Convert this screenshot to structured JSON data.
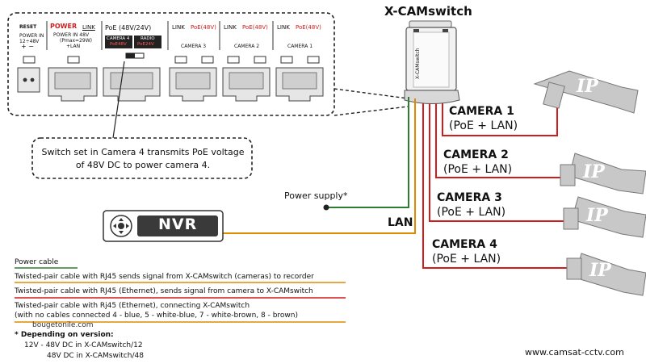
{
  "device": {
    "title": "X-CAMswitch",
    "side_label": "X-CAMswitch"
  },
  "panel": {
    "reset": "RESET",
    "power_header": "POWER",
    "power_in_1": "POWER IN",
    "power_in_2": "12÷48V",
    "power_in_3": "+ −",
    "power_in48_1": "POWER IN 48V",
    "power_in48_2": "(Pmax=29W)",
    "power_in48_3": "+LAN",
    "link": "LINK",
    "poe_4824": "PoE (48V/24V)",
    "camera4": "CAMERA 4",
    "poe48v_small": "PoE48V",
    "radio": "RADIO",
    "poe24v_small": "PoE24V",
    "link_poe_link": "LINK",
    "link_poe_poe": "PoE(48V)",
    "camera3": "CAMERA 3",
    "camera2": "CAMERA 2",
    "camera1": "CAMERA 1"
  },
  "callout": "Switch set in Camera 4 transmits PoE voltage of 48V DC to power camera 4.",
  "power_supply": "Power supply*",
  "nvr": "NVR",
  "lan": "LAN",
  "cameras": [
    {
      "title": "CAMERA 1",
      "sub": "(PoE + LAN)"
    },
    {
      "title": "CAMERA 2",
      "sub": "(PoE + LAN)"
    },
    {
      "title": "CAMERA 3",
      "sub": "(PoE + LAN)"
    },
    {
      "title": "CAMERA 4",
      "sub": "(PoE + LAN)"
    }
  ],
  "ip_label": "IP",
  "legend": {
    "power_cable": "Power cable",
    "tp_recorder": "Twisted-pair cable with RJ45 sends signal from X-CAMswitch (cameras) to recorder",
    "tp_camera": "Twisted-pair cable with RJ45 (Ethernet), sends signal from camera to X-CAMswitch",
    "tp_connect_1": "Twisted-pair cable with Rj45 (Ethernet), connecting X-CAMswitch",
    "tp_connect_2": "(with no cables connected 4 - blue, 5 - white-blue, 7 - white-brown, 8 - brown)",
    "watermark": "bougetonile.com",
    "note_head": "* Depending on version:",
    "note_1": "12V - 48V DC in X-CAMswitch/12",
    "note_2": "48V DC in X-CAMswitch/48"
  },
  "website": "www.camsat-cctv.com",
  "colors": {
    "power": "#2e7d32",
    "recorder": "#e08a00",
    "camera": "#d21c1c",
    "dark": "#2b2b2b"
  }
}
